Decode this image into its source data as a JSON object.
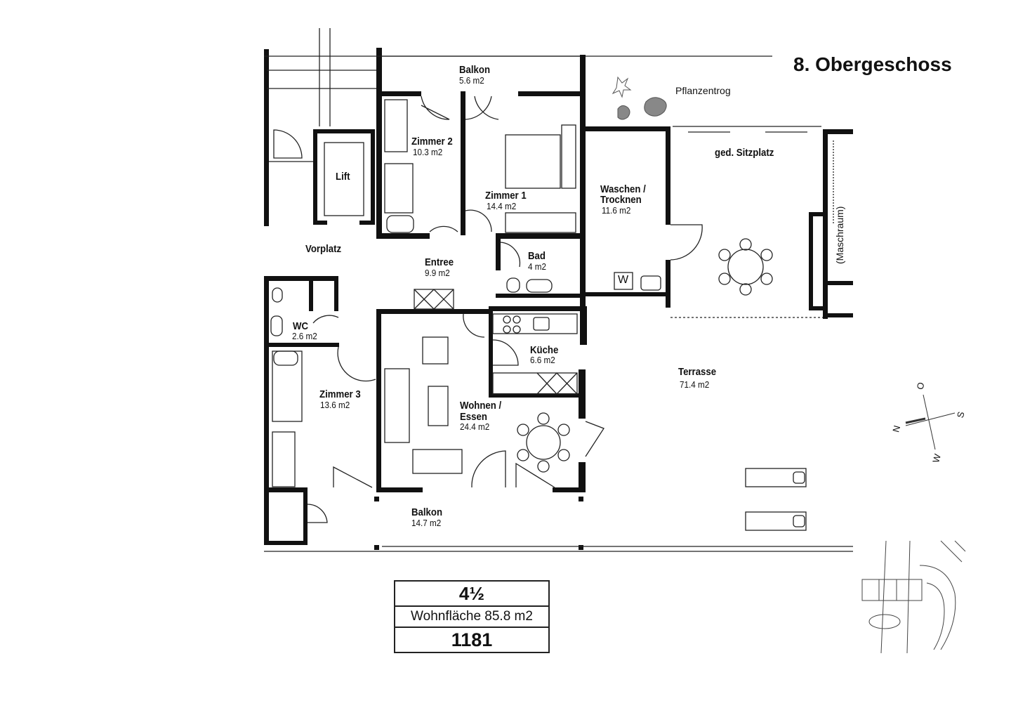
{
  "header": {
    "floor_title": "8. Obergeschoss"
  },
  "rooms": {
    "balkon_north": {
      "name": "Balkon",
      "area": "5.6 m2"
    },
    "zimmer2": {
      "name": "Zimmer 2",
      "area": "10.3 m2"
    },
    "zimmer1": {
      "name": "Zimmer 1",
      "area": "14.4 m2"
    },
    "waschen": {
      "name1": "Waschen /",
      "name2": "Trocknen",
      "area": "11.6 m2"
    },
    "lift": {
      "name": "Lift"
    },
    "vorplatz": {
      "name": "Vorplatz"
    },
    "entree": {
      "name": "Entree",
      "area": "9.9 m2"
    },
    "bad": {
      "name": "Bad",
      "area": "4 m2"
    },
    "wc": {
      "name": "WC",
      "area": "2.6 m2"
    },
    "kueche": {
      "name": "Küche",
      "area": "6.6 m2"
    },
    "zimmer3": {
      "name": "Zimmer 3",
      "area": "13.6 m2"
    },
    "wohnen": {
      "name1": "Wohnen /",
      "name2": "Essen",
      "area": "24.4 m2"
    },
    "balkon_south": {
      "name": "Balkon",
      "area": "14.7 m2"
    },
    "terrasse": {
      "name": "Terrasse",
      "area": "71.4 m2"
    },
    "sitzplatz": {
      "name": "ged. Sitzplatz"
    },
    "maschraum": {
      "name": "(Maschraum)"
    }
  },
  "annotations": {
    "plant_trough": "Pflanzentrog",
    "washer_symbol": "W"
  },
  "compass": {
    "north": "N",
    "east": "O",
    "south": "S",
    "west": "W"
  },
  "summary": {
    "rooms": "4½",
    "living_area": "Wohnfläche 85.8 m2",
    "unit_number": "1181"
  }
}
